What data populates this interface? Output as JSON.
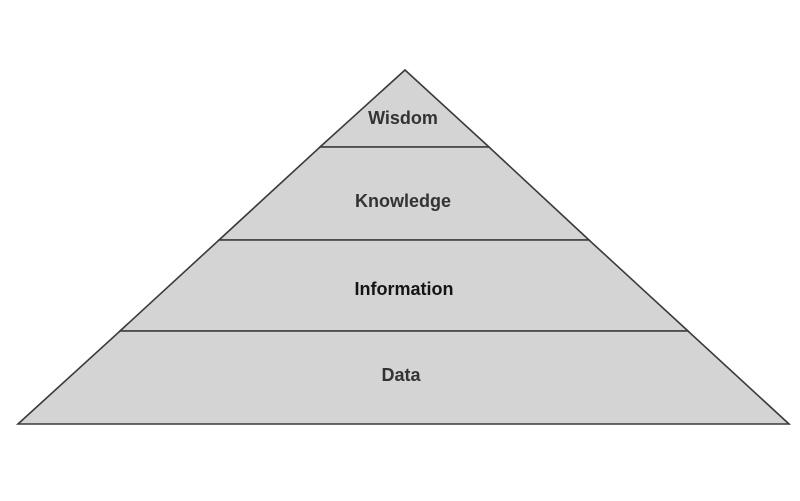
{
  "pyramid": {
    "tiers": [
      {
        "label": "Wisdom"
      },
      {
        "label": "Knowledge"
      },
      {
        "label": "Information"
      },
      {
        "label": "Data"
      }
    ]
  }
}
